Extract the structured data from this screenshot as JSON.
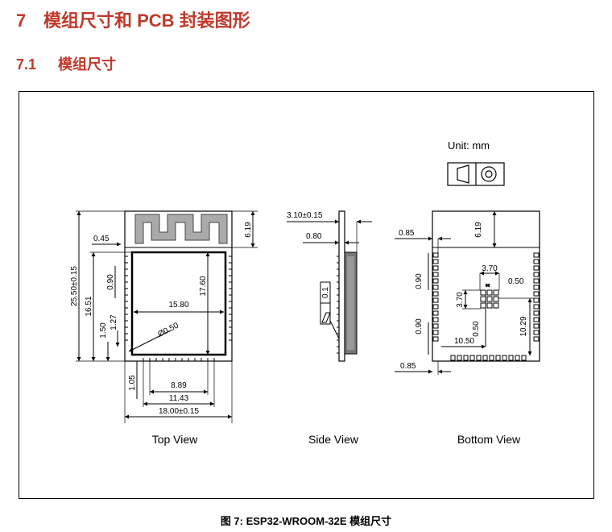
{
  "section": {
    "number": "7",
    "title": "模组尺寸和 PCB 封装图形"
  },
  "subsection": {
    "number": "7.1",
    "title": "模组尺寸"
  },
  "figure": {
    "unit_label": "Unit: mm",
    "views": {
      "top": "Top View",
      "side": "Side View",
      "bottom": "Bottom View"
    },
    "top_dims": {
      "total_len": "25.50±0.15",
      "h_1651": "16.51",
      "h_150": "1.50",
      "h_127": "1.27",
      "h_090": "0.90",
      "w_045": "0.45",
      "h_619": "6.19",
      "h_1760": "17.60",
      "w_1580": "15.80",
      "dia": "Ø0.50",
      "h_105": "1.05",
      "w_889": "8.89",
      "w_1143": "11.43",
      "w_total": "18.00±0.15"
    },
    "side_dims": {
      "t_total": "3.10±0.15",
      "t_080": "0.80",
      "t_01": "0.1"
    },
    "bottom_dims": {
      "w_085_top": "0.85",
      "h_619": "6.19",
      "w_370": "3.70",
      "w_050": "0.50",
      "h_370": "3.70",
      "h_090_a": "0.90",
      "h_090_b": "0.90",
      "h_050": "0.50",
      "w_1050": "10.50",
      "h_1029": "10.29",
      "w_085_bot": "0.85"
    },
    "caption": "图 7: ESP32-WROOM-32E 模组尺寸"
  }
}
